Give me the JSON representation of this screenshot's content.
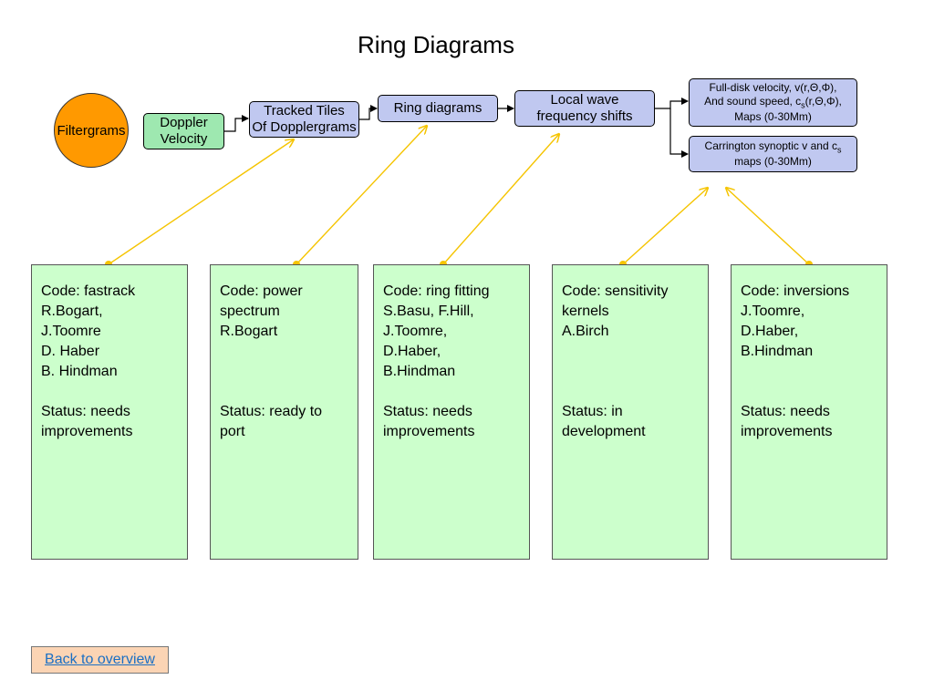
{
  "title": "Ring Diagrams",
  "flow": {
    "filtergrams": "Filtergrams",
    "doppler": [
      "Doppler",
      "Velocity"
    ],
    "tracked": [
      "Tracked Tiles",
      "Of Dopplergrams"
    ],
    "ring": "Ring diagrams",
    "local_wave": [
      "Local wave",
      "frequency shifts"
    ],
    "fulldisk": {
      "line1": "Full-disk velocity, v(r,Θ,Φ),",
      "line2_pre": "And sound speed, c",
      "line2_sub": "s",
      "line2_post": "(r,Θ,Φ),",
      "line3": "Maps (0-30Mm)"
    },
    "carrington": {
      "line1_pre": "Carrington synoptic v and c",
      "line1_sub": "s",
      "line2": "maps (0-30Mm)"
    }
  },
  "cards": [
    {
      "lines": [
        "Code: fastrack",
        "R.Bogart,",
        "J.Toomre",
        "D. Haber",
        "B. Hindman"
      ],
      "status": [
        "Status: needs",
        "improvements"
      ]
    },
    {
      "lines": [
        "Code: power",
        "spectrum",
        "R.Bogart"
      ],
      "status": [
        "Status: ready to",
        "port"
      ]
    },
    {
      "lines": [
        "Code: ring fitting",
        "S.Basu, F.Hill,",
        "J.Toomre,",
        "D.Haber,",
        "B.Hindman"
      ],
      "status": [
        "Status: needs",
        "improvements"
      ]
    },
    {
      "lines": [
        "Code: sensitivity",
        "kernels",
        "A.Birch"
      ],
      "status": [
        "Status: in",
        "development"
      ]
    },
    {
      "lines": [
        "Code: inversions",
        "J.Toomre,",
        "D.Haber,",
        "B.Hindman"
      ],
      "status": [
        "Status: needs",
        "improvements"
      ]
    }
  ],
  "back_link": "Back to overview",
  "colors": {
    "filtergrams": "#ff9900",
    "doppler": "#9ee8b0",
    "process_box": "#c0c8f0",
    "card": "#ccffcc",
    "connector": "#f5c400",
    "back_button": "#fbd4b4",
    "link": "#1a6fc4"
  }
}
